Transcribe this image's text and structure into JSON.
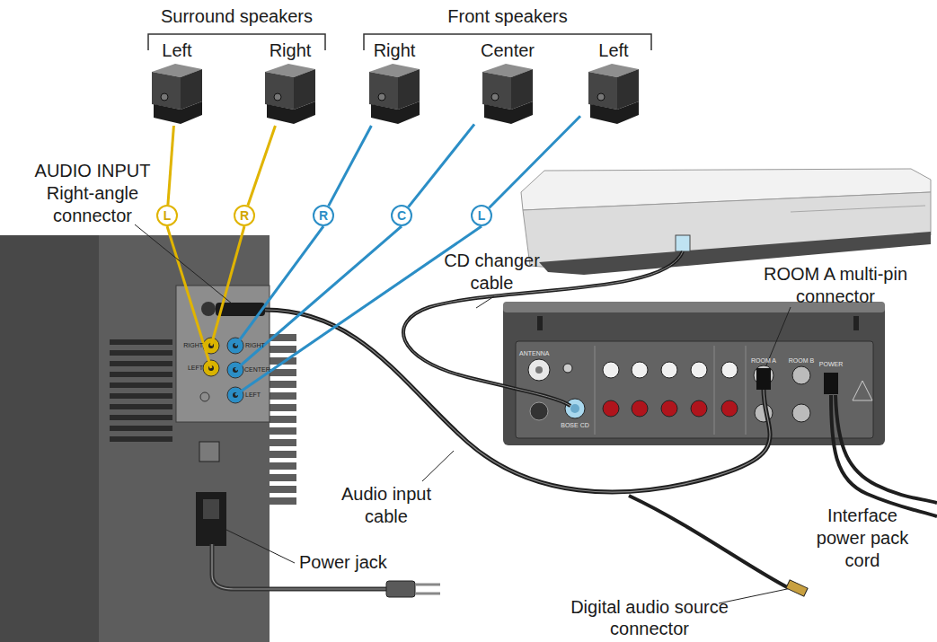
{
  "diagram": {
    "nodes": [
      {
        "text": [
          "Left"
        ]
      },
      {
        "text": [
          "Right"
        ]
      },
      {
        "text": [
          "Right"
        ]
      },
      {
        "text": [
          "Center"
        ]
      },
      {
        "text": [
          "Left"
        ]
      },
      {
        "text": [
          "L"
        ]
      },
      {
        "text": [
          "R"
        ]
      },
      {
        "text": [
          "R"
        ]
      },
      {
        "text": [
          "C"
        ]
      },
      {
        "text": [
          "L"
        ]
      }
    ],
    "edges": [
      {
        "from": 0,
        "to": 5,
        "arrow": "none"
      },
      {
        "from": 1,
        "to": 6,
        "arrow": "none"
      },
      {
        "from": 2,
        "to": 7,
        "arrow": "none"
      },
      {
        "from": 3,
        "to": 8,
        "arrow": "none"
      },
      {
        "from": 4,
        "to": 9,
        "arrow": "none"
      }
    ],
    "labels": [
      "Surround speakers",
      "Front speakers",
      "AUDIO INPUT Right-angle connector",
      "CD changer cable",
      "ROOM A multi-pin connector",
      "Audio input cable",
      "Power jack",
      "Interface power pack cord",
      "Digital audio source connector",
      "RIGHT",
      "LEFT",
      "RIGHT",
      "CENTER",
      "LEFT",
      "ANTENNA",
      "BOSE CD",
      "ROOM A",
      "ROOM B",
      "POWER"
    ]
  }
}
